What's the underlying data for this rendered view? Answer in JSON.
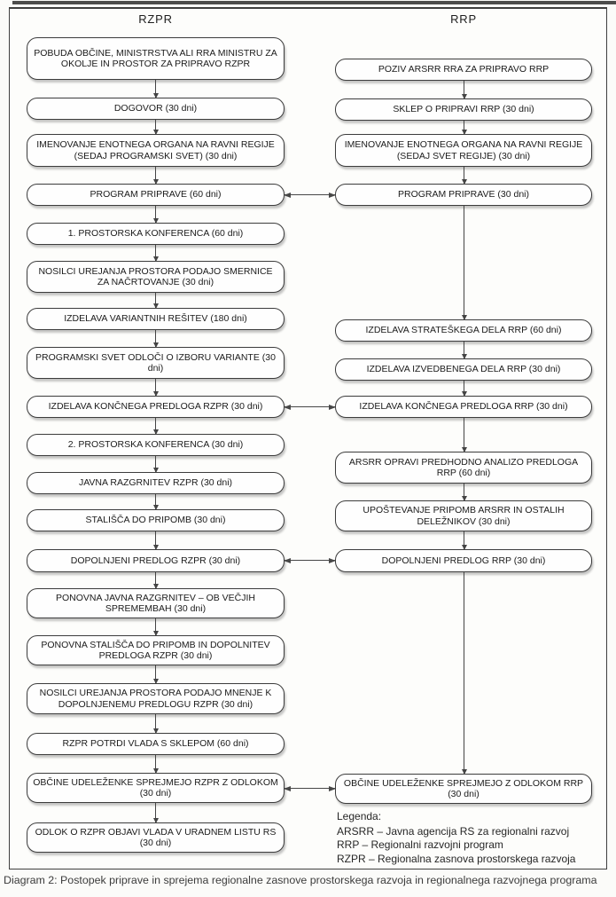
{
  "diagram": {
    "left_header": "RZPR",
    "right_header": "RRP",
    "left_boxes": [
      {
        "label": "POBUDA OBČINE, MINISTRSTVA ALI RRA MINISTRU ZA OKOLJE IN PROSTOR ZA PRIPRAVO RZPR"
      },
      {
        "label": "DOGOVOR (30 dni)"
      },
      {
        "label": "IMENOVANJE ENOTNEGA ORGANA NA RAVNI REGIJE (SEDAJ PROGRAMSKI SVET) (30 dni)"
      },
      {
        "label": "PROGRAM PRIPRAVE (60 dni)"
      },
      {
        "label": "1. PROSTORSKA KONFERENCA (60 dni)"
      },
      {
        "label": "NOSILCI UREJANJA PROSTORA PODAJO SMERNICE ZA NAČRTOVANJE (30 dni)"
      },
      {
        "label": "IZDELAVA VARIANTNIH REŠITEV (180 dni)"
      },
      {
        "label": "PROGRAMSKI SVET ODLOČI O IZBORU VARIANTE (30 dni)"
      },
      {
        "label": "IZDELAVA KONČNEGA PREDLOGA RZPR (30 dni)"
      },
      {
        "label": "2. PROSTORSKA KONFERENCA (30 dni)"
      },
      {
        "label": "JAVNA RAZGRNITEV RZPR (30 dni)"
      },
      {
        "label": "STALIŠČA DO PRIPOMB (30 dni)"
      },
      {
        "label": "DOPOLNJENI PREDLOG RZPR (30 dni)"
      },
      {
        "label": "PONOVNA JAVNA RAZGRNITEV – OB VEČJIH SPREMEMBAH (30 dni)"
      },
      {
        "label": "PONOVNA STALIŠČA DO PRIPOMB IN DOPOLNITEV PREDLOGA RZPR (30 dni)"
      },
      {
        "label": "NOSILCI UREJANJA PROSTORA PODAJO MNENJE K DOPOLNJENEMU PREDLOGU RZPR (30 dni)"
      },
      {
        "label": "RZPR POTRDI VLADA S SKLEPOM (60 dni)"
      },
      {
        "label": "OBČINE UDELEŽENKE SPREJMEJO RZPR Z ODLOKOM (30 dni)"
      },
      {
        "label": "ODLOK O RZPR OBJAVI VLADA V URADNEM LISTU RS (30 dni)"
      }
    ],
    "right_boxes": [
      {
        "label": "POZIV ARSRR RRA ZA PRIPRAVO RRP"
      },
      {
        "label": "SKLEP O PRIPRAVI RRP (30 dni)"
      },
      {
        "label": "IMENOVANJE ENOTNEGA ORGANA NA RAVNI REGIJE (SEDAJ SVET REGIJE) (30 dni)"
      },
      {
        "label": "PROGRAM PRIPRAVE (30 dni)"
      },
      {
        "label": "IZDELAVA STRATEŠKEGA DELA RRP (60 dni)"
      },
      {
        "label": "IZDELAVA IZVEDBENEGA DELA RRP (30 dni)"
      },
      {
        "label": "IZDELAVA KONČNEGA PREDLOGA RRP (30 dni)"
      },
      {
        "label": "ARSRR OPRAVI PREDHODNO ANALIZO PREDLOGA RRP (60 dni)"
      },
      {
        "label": "UPOŠTEVANJE PRIPOMB ARSRR IN OSTALIH DELEŽNIKOV (30 dni)"
      },
      {
        "label": "DOPOLNJENI PREDLOG RRP (30 dni)"
      },
      {
        "label": "OBČINE UDELEŽENKE SPREJMEJO Z ODLOKOM RRP (30 dni)"
      }
    ],
    "legend": {
      "title": "Legenda:",
      "items": [
        "ARSRR – Javna agencija RS za regionalni razvoj",
        "RRP – Regionalni razvojni program",
        "RZPR – Regionalna zasnova prostorskega razvoja"
      ]
    },
    "caption": "Diagram 2: Postopek priprave in sprejema regionalne zasnove prostorskega razvoja in regionalnega razvojnega programa"
  }
}
